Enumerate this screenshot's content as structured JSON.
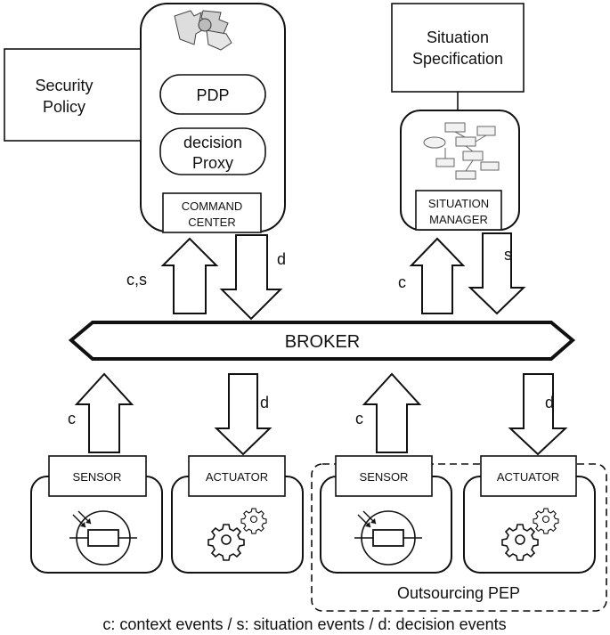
{
  "security_policy": {
    "line1": "Security",
    "line2": "Policy"
  },
  "command_center": {
    "pdp": "PDP",
    "decision_proxy": {
      "line1": "decision",
      "line2": "Proxy"
    },
    "label": {
      "line1": "COMMAND",
      "line2": "CENTER"
    }
  },
  "situation_spec": {
    "line1": "Situation",
    "line2": "Specification"
  },
  "situation_manager": {
    "label": {
      "line1": "SITUATION",
      "line2": "MANAGER"
    }
  },
  "broker": {
    "label": "BROKER"
  },
  "arrows": {
    "cc_up": "c,s",
    "cc_down": "d",
    "sm_up": "c",
    "sm_down": "s",
    "sensor1_up": "c",
    "actuator1_down": "d",
    "sensor2_up": "c",
    "actuator2_down": "d"
  },
  "devices": {
    "sensor1": "SENSOR",
    "actuator1": "ACTUATOR",
    "sensor2": "SENSOR",
    "actuator2": "ACTUATOR"
  },
  "outsourcing_pep": "Outsourcing PEP",
  "legend": "c: context events / s: situation events / d: decision events"
}
